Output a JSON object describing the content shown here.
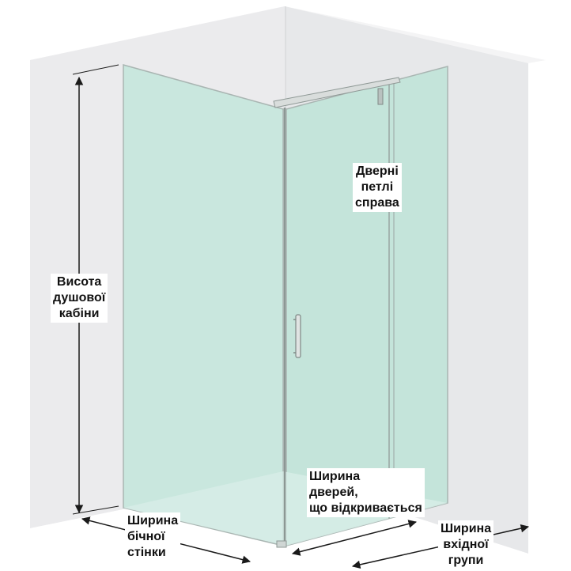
{
  "colors": {
    "wall": "#e9eaec",
    "wall_edge": "#f6f6f7",
    "glass": "#c8e6dd",
    "glass_dark": "#bcded3",
    "frame": "#9aa5a2",
    "dimension_line": "#1a1a1a"
  },
  "labels": {
    "height": [
      "Висота",
      "душової",
      "кабіни"
    ],
    "hinges": [
      "Дверні",
      "петлі",
      "справа"
    ],
    "door_width": [
      "Ширина",
      "дверей,",
      "що відкривається"
    ],
    "side_width": [
      "Ширина",
      "бічної",
      "стінки"
    ],
    "entry_width": [
      "Ширина",
      "вхідної",
      "групи"
    ]
  },
  "icons": {
    "door_handle": "door-handle-icon",
    "hinge": "hinge-icon"
  }
}
